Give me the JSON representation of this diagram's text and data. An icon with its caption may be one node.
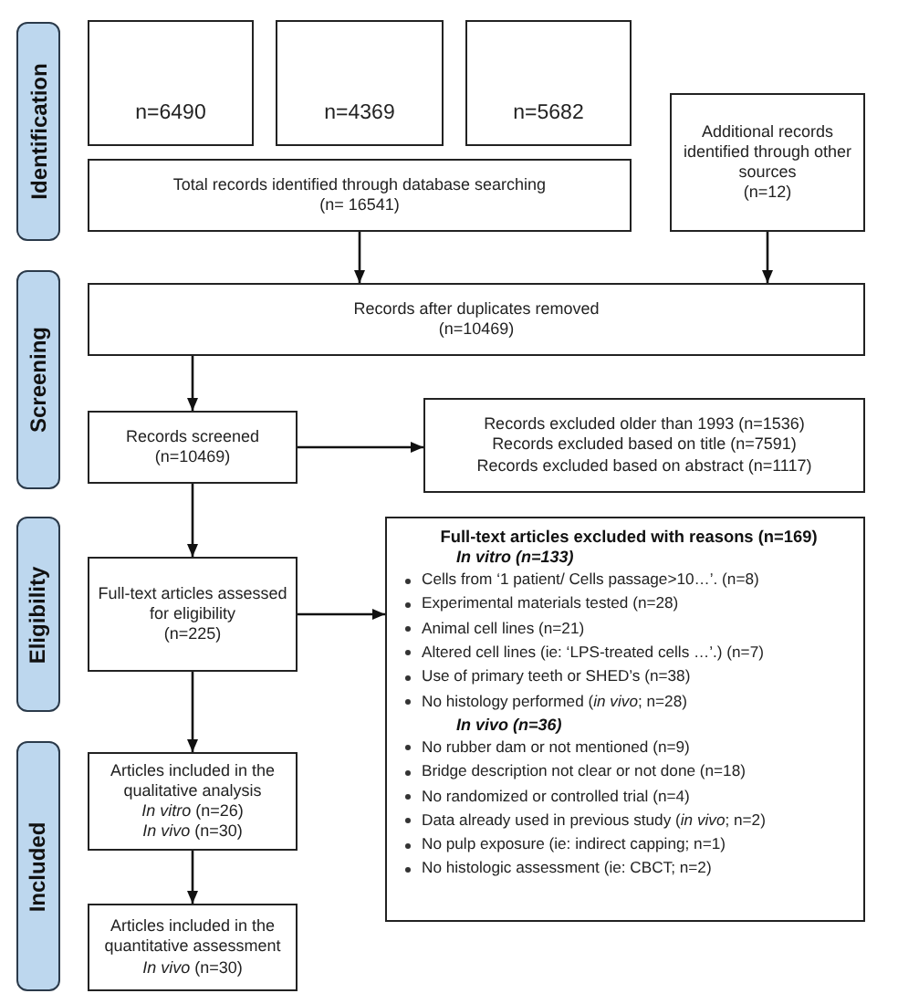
{
  "diagram": {
    "nodes": [
      {
        "text": [
          "Identification"
        ]
      },
      {
        "text": [
          "n=6490"
        ]
      },
      {
        "text": [
          "n=4369"
        ]
      },
      {
        "text": [
          "n=5682"
        ]
      },
      {
        "text": [
          "Additional records identified through other sources",
          "(n=12)"
        ]
      },
      {
        "text": [
          "Total records identified through database searching",
          "(n= 16541)"
        ]
      },
      {
        "text": [
          "Screening"
        ]
      },
      {
        "text": [
          "Records after duplicates removed",
          "(n=10469)"
        ]
      },
      {
        "text": [
          "Records screened",
          "(n=10469)"
        ]
      },
      {
        "text": [
          "Records excluded older than 1993 (n=1536)",
          "Records excluded based on title (n=7591)",
          "Records excluded based on abstract (n=1117)"
        ]
      },
      {
        "text": [
          "Eligibility"
        ]
      },
      {
        "text": [
          "Full-text articles assessed for eligibility",
          "(n=225)"
        ]
      },
      {
        "text": [
          "Full-text articles excluded with reasons (n=169)",
          "In vitro (n=133)",
          "Cells from ‘1 patient/ Cells passage>10…’. (n=8)",
          "Experimental materials tested (n=28)",
          "Animal cell lines (n=21)",
          "Altered cell lines (ie: ‘LPS-treated cells …’.) (n=7)",
          "Use of primary teeth or SHED’s (n=38)",
          "No histology performed (*in vivo*; n=28)",
          "In vivo (n=36)",
          "No rubber dam or not mentioned (n=9)",
          "Bridge description not clear or not done (n=18)",
          "No randomized or controlled trial (n=4)",
          "Data already used in previous study (*in vivo*; n=2)",
          "No pulp exposure (ie: indirect capping; n=1)",
          "No histologic assessment (ie: CBCT; n=2)"
        ]
      },
      {
        "text": [
          "Included"
        ]
      },
      {
        "text": [
          "Articles included in the qualitative analysis",
          "*In vitro* (n=26)",
          "*In vivo* (n=30)"
        ]
      },
      {
        "text": [
          "Articles included in the quantitative assessment",
          "*In vivo* (n=30)"
        ]
      }
    ],
    "edges": [
      {
        "from": 5,
        "to": 7,
        "arrow": "to"
      },
      {
        "from": 4,
        "to": 7,
        "arrow": "to"
      },
      {
        "from": 7,
        "to": 8,
        "arrow": "to"
      },
      {
        "from": 8,
        "to": 9,
        "arrow": "to"
      },
      {
        "from": 8,
        "to": 11,
        "arrow": "to"
      },
      {
        "from": 11,
        "to": 12,
        "arrow": "to"
      },
      {
        "from": 11,
        "to": 14,
        "arrow": "to"
      },
      {
        "from": 14,
        "to": 15,
        "arrow": "to"
      }
    ]
  }
}
